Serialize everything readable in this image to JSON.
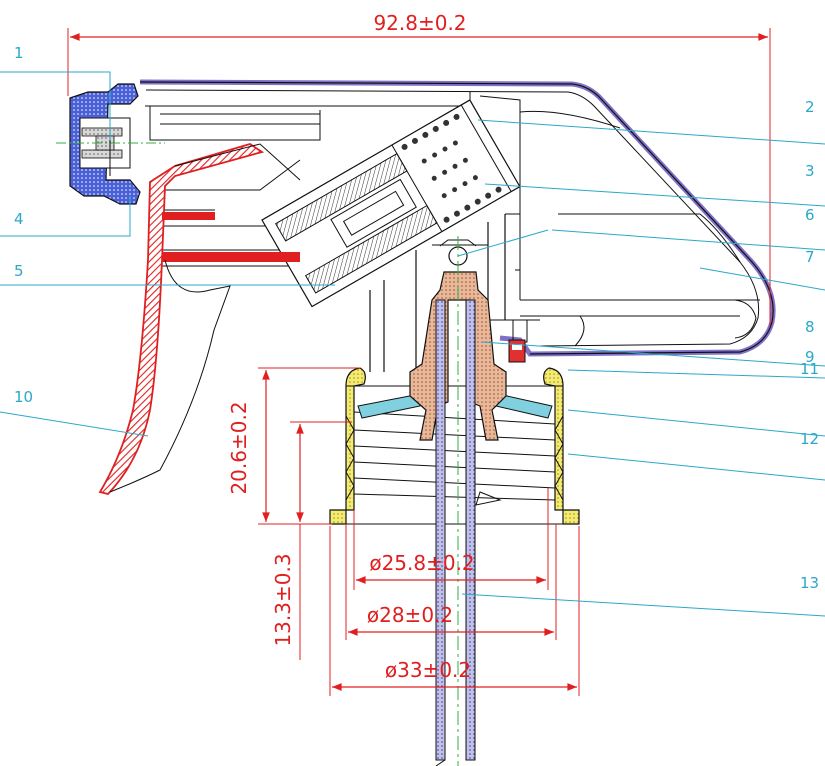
{
  "colors": {
    "dimension": "#e02020",
    "leader": "#2aa8c8",
    "outline": "#111111",
    "shroud": "#8070c8",
    "nozzle": "#3048c8",
    "trigger": "#e02020",
    "piston": "#c08060",
    "closure": "#f0e050",
    "gasket": "#80d0e0",
    "spring": "#909090",
    "valve": "#e03030",
    "dip_tube": "#8080c0"
  },
  "dimensions": {
    "overall_width": "92.8±0.2",
    "closure_height": "20.6±0.2",
    "thread_height": "13.3±0.3",
    "inner_diameter": "ø25.8±0.2",
    "thread_diameter": "ø28±0.2",
    "outer_diameter": "ø33±0.2"
  },
  "part_labels": {
    "p1": "1",
    "p2": "2",
    "p3": "3",
    "p4": "4",
    "p5": "5",
    "p6": "6",
    "p7": "7",
    "p8": "8",
    "p9": "9",
    "p10": "10",
    "p11": "11",
    "p12": "12",
    "p13": "13"
  }
}
